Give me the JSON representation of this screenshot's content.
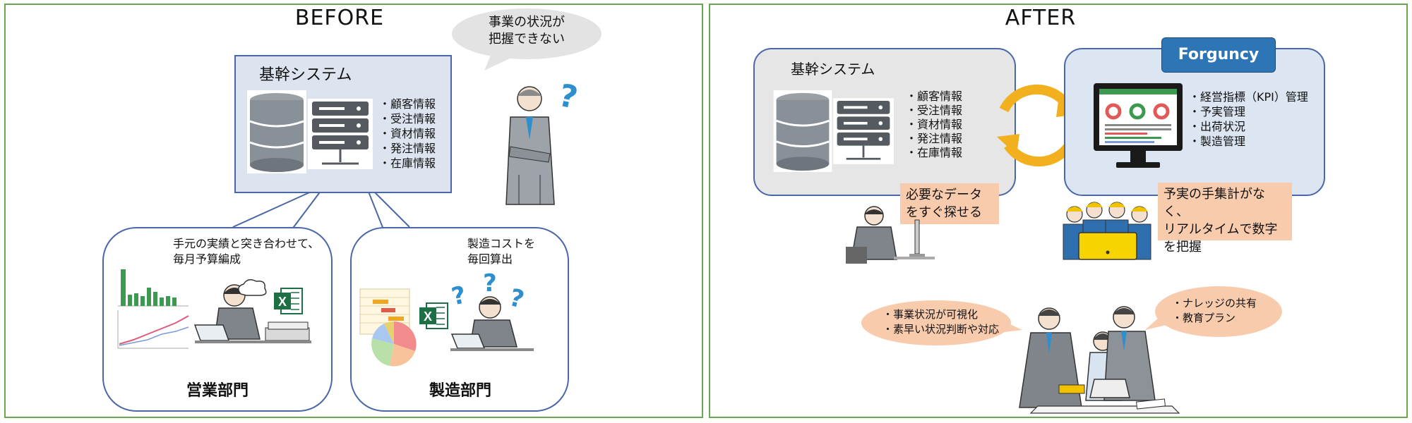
{
  "before": {
    "heading": "BEFORE",
    "system": {
      "title": "基幹システム",
      "items": [
        "・顧客情報",
        "・受注情報",
        "・資材情報",
        "・発注情報",
        "・在庫情報"
      ]
    },
    "thought_bubble": [
      "事業の状況が",
      "把握できない"
    ],
    "sales": {
      "note": [
        "手元の実績と突き合わせて、",
        "毎月予算編成"
      ],
      "label": "営業部門"
    },
    "manufacturing": {
      "note": [
        "製造コストを",
        "毎回算出"
      ],
      "label": "製造部門"
    }
  },
  "after": {
    "heading": "AFTER",
    "system": {
      "title": "基幹システム",
      "items": [
        "・顧客情報",
        "・受注情報",
        "・資材情報",
        "・発注情報",
        "・在庫情報"
      ]
    },
    "forguncy": {
      "badge": "Forguncy",
      "items": [
        "・経営指標（KPI）管理",
        "・予実管理",
        "・出荷状況",
        "・製造管理"
      ]
    },
    "callout_left": [
      "必要なデータ",
      "をすぐ探せる"
    ],
    "callout_right": [
      "予実の手集計がなく、",
      "リアルタイムで数字",
      "を把握"
    ],
    "bubble_left": [
      "・事業状況が可視化",
      "・素早い状況判断や対応"
    ],
    "bubble_right": [
      "・ナレッジの共有",
      "・教育プラン"
    ]
  },
  "colors": {
    "panel_border": "#6aa84f",
    "system_box_before": "#dde4f0",
    "system_box_after": "#e6e6e6",
    "forguncy_box": "#dce6f2",
    "forguncy_badge": "#2e75b6",
    "callout": "#f8cbad",
    "bubble": "#f8cbad",
    "sync_arrows": "#f2b01e",
    "excel_green": "#1d7044",
    "question_mark": "#2f8fce"
  }
}
